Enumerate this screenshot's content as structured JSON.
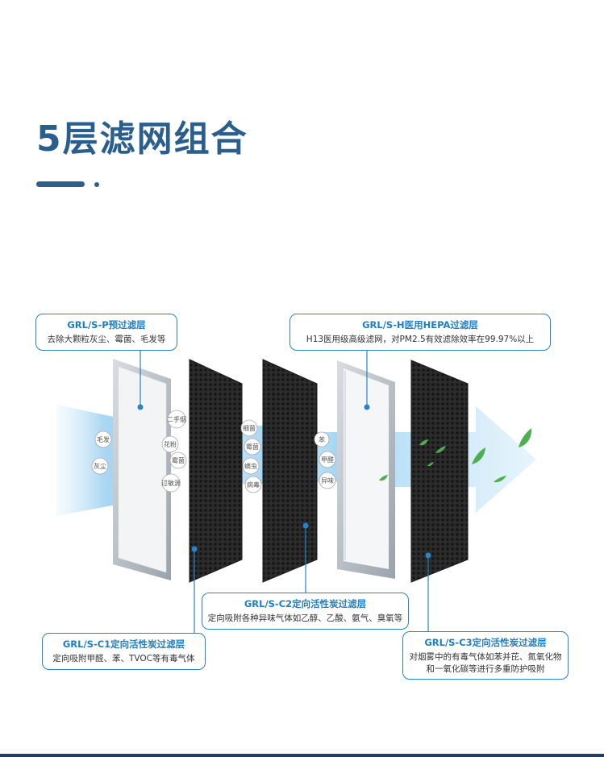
{
  "title": "5层滤网组合",
  "layers": [
    {
      "title": "GRL/S-P预过滤层",
      "desc": "去除大颗粒灰尘、霉菌、毛发等"
    },
    {
      "title": "GRL/S-C1定向活性炭过滤层",
      "desc": "定向吸附甲醛、苯、TVOC等有毒气体"
    },
    {
      "title": "GRL/S-C2定向活性炭过滤层",
      "desc": "定向吸附各种异味气体如乙醇、乙酸、氨气、臭氧等"
    },
    {
      "title": "GRL/S-H医用HEPA过滤层",
      "desc": "H13医用级高级滤网，对PM2.5有效滤除效率在99.97%以上"
    },
    {
      "title": "GRL/S-C3定向活性炭过滤层",
      "desc": "对烟雾中的有毒气体如苯并芘、氮氧化物和一氧化碳等进行多重防护吸附"
    }
  ],
  "pollutants": {
    "stage1": [
      "毛发",
      "灰尘"
    ],
    "stage2": [
      "二手烟",
      "花粉",
      "霉菌",
      "过敏源"
    ],
    "stage3": [
      "细菌",
      "霉菌",
      "螨虫",
      "病毒"
    ],
    "stage4": [
      "苯",
      "甲醛",
      "异味"
    ]
  },
  "colors": {
    "accent": "#2b82c9",
    "title": "#2a5e8c",
    "airflow": "#9fd1f0",
    "leaf": "#4caf50"
  }
}
